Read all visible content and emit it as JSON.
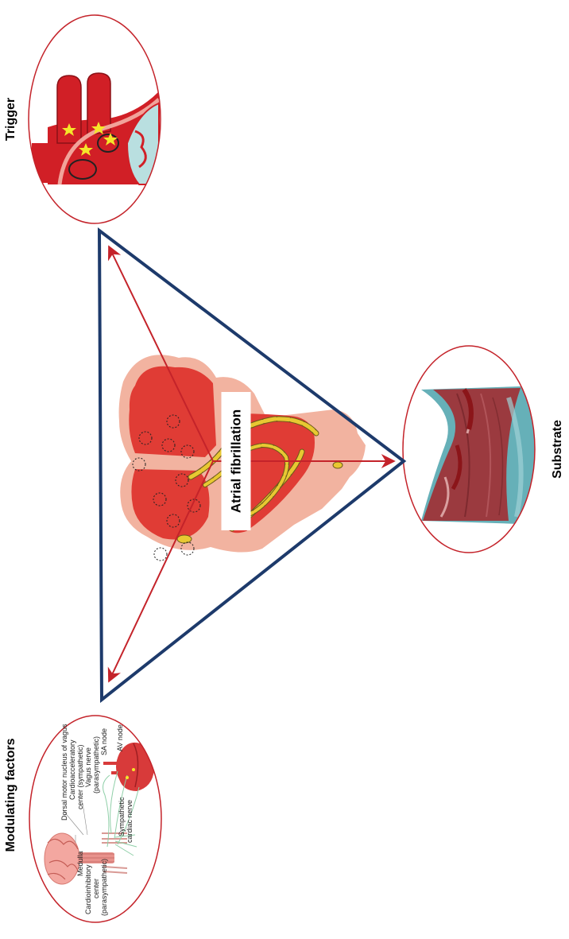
{
  "labels": {
    "trigger": "Trigger",
    "substrate": "Substrate",
    "modulating": "Modulating factors",
    "center": "Atrial fibrillation"
  },
  "nervous_labels": {
    "dorsal_motor": "Dorsal motor nucleus of vagus",
    "cardioacc_1": "Cardioacceleratory",
    "cardioacc_2": "center (sympathetic)",
    "vagus_1": "Vagus nerve",
    "vagus_2": "(parasympathetic)",
    "sa_node": "SA node",
    "av_node": "AV node",
    "sympathetic_1": "Sympathetic",
    "sympathetic_2": "cardiac nerve",
    "medulla": "Medulla",
    "cardioinh_1": "Cardioinhibitory",
    "cardioinh_2": "center",
    "cardioinh_3": "(parasympathetic)"
  },
  "colors": {
    "triangle": "#1d3a6b",
    "arrow": "#c4232a",
    "ellipse_border": "#c4232a",
    "heart_tissue": "#e03c35",
    "heart_outer": "#f2b3a0",
    "conduction": "#e8c832",
    "tissue_stain": "#9b3a3f",
    "tissue_fibrosis": "#66b0b8"
  }
}
